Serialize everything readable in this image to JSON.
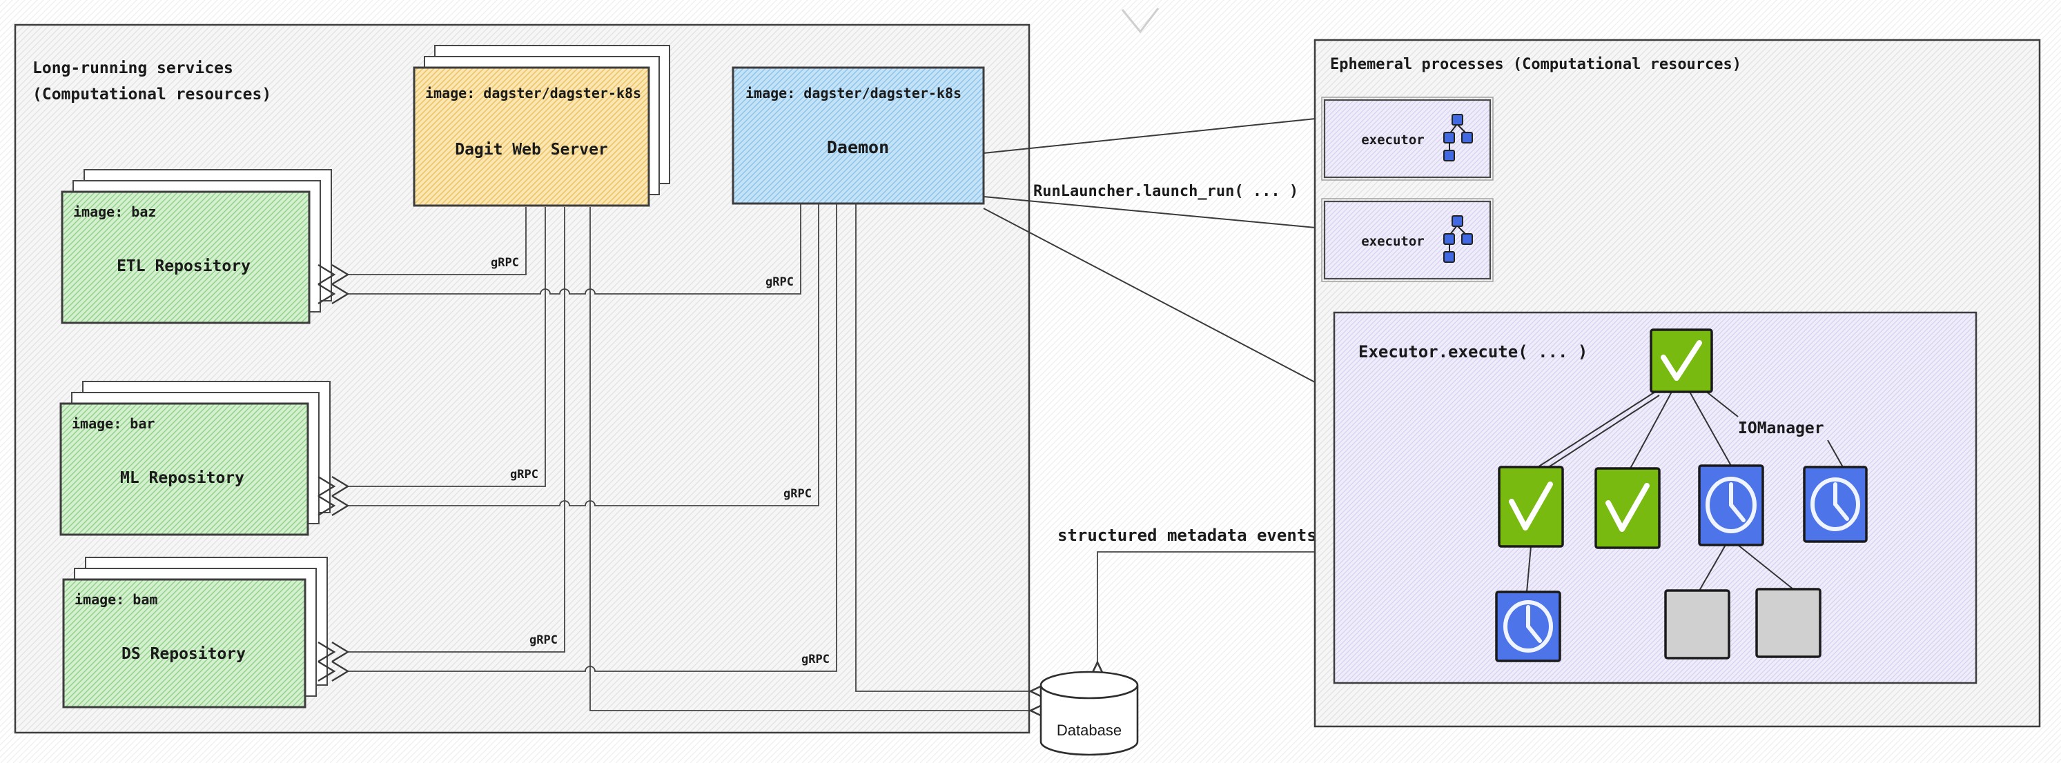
{
  "left_panel": {
    "title_line1": "Long-running services",
    "title_line2": "(Computational resources)",
    "dagit": {
      "image_label": "image: dagster/dagster-k8s",
      "name": "Dagit Web Server"
    },
    "daemon": {
      "image_label": "image: dagster/dagster-k8s",
      "name": "Daemon"
    },
    "repositories": [
      {
        "image_label": "image: baz",
        "name": "ETL Repository"
      },
      {
        "image_label": "image: bar",
        "name": "ML Repository"
      },
      {
        "image_label": "image: bam",
        "name": "DS Repository"
      }
    ],
    "grpc_label": "gRPC"
  },
  "right_panel": {
    "title": "Ephemeral processes (Computational resources)",
    "executors": [
      {
        "label": "executor"
      },
      {
        "label": "executor"
      }
    ],
    "executor_execute": {
      "title": "Executor.execute( ... )",
      "iomanager_label": "IOManager"
    }
  },
  "connections": {
    "run_launcher_label": "RunLauncher.launch_run( ... )",
    "metadata_label": "structured metadata events",
    "database_label": "Database"
  },
  "colors": {
    "node_success_green": "#79ba10",
    "node_pending_blue": "#4d74e8",
    "node_skipped_gray": "#d0d0d0",
    "mini_dag_blue": "#4169e1",
    "dagit_fill": "#fae7b2",
    "daemon_fill": "#c5e3f7",
    "repo_fill": "#d5f0cf",
    "executor_fill": "#f0edfb"
  }
}
